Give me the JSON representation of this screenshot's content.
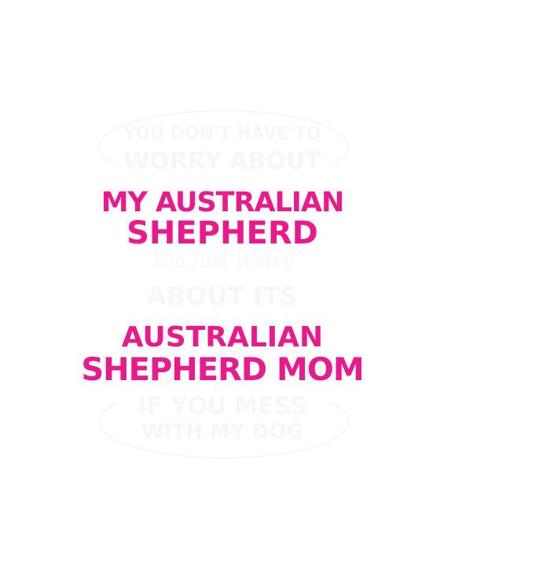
{
  "design": {
    "line1": "YOU DON'T HAVE TO",
    "line2": "WORRY ABOUT",
    "line3": "MY AUSTRALIAN",
    "line4": "SHEPHERD",
    "line5": "You Just Worry",
    "line6": "ABOUT ITS",
    "line7": "AUSTRALIAN",
    "line8": "SHEPHERD MOM",
    "line9": "IF YOU MESS",
    "line10": "WITH MY DOG",
    "accent_color": "#ea1a8d"
  }
}
